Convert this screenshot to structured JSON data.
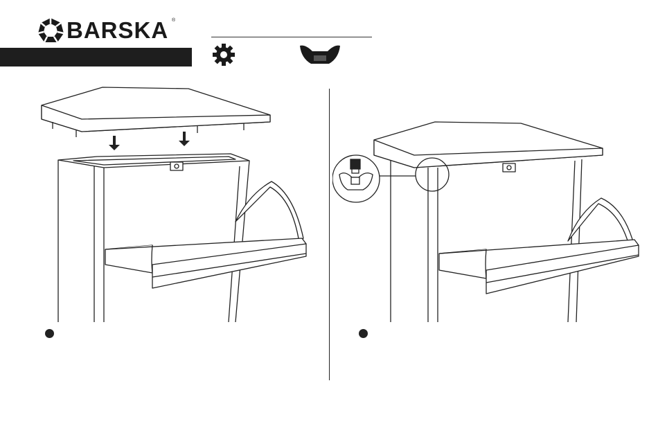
{
  "brand": {
    "name": "BARSKA",
    "registered": "®"
  },
  "header": {
    "banner_text": ""
  },
  "tools": [
    {
      "icon": "gear-icon"
    },
    {
      "icon": "wing-nut-icon"
    }
  ],
  "steps": [
    {
      "icon": "step-1-bullet"
    },
    {
      "icon": "step-2-bullet"
    }
  ],
  "colors": {
    "ink": "#1e1e1e",
    "paper": "#ffffff"
  }
}
